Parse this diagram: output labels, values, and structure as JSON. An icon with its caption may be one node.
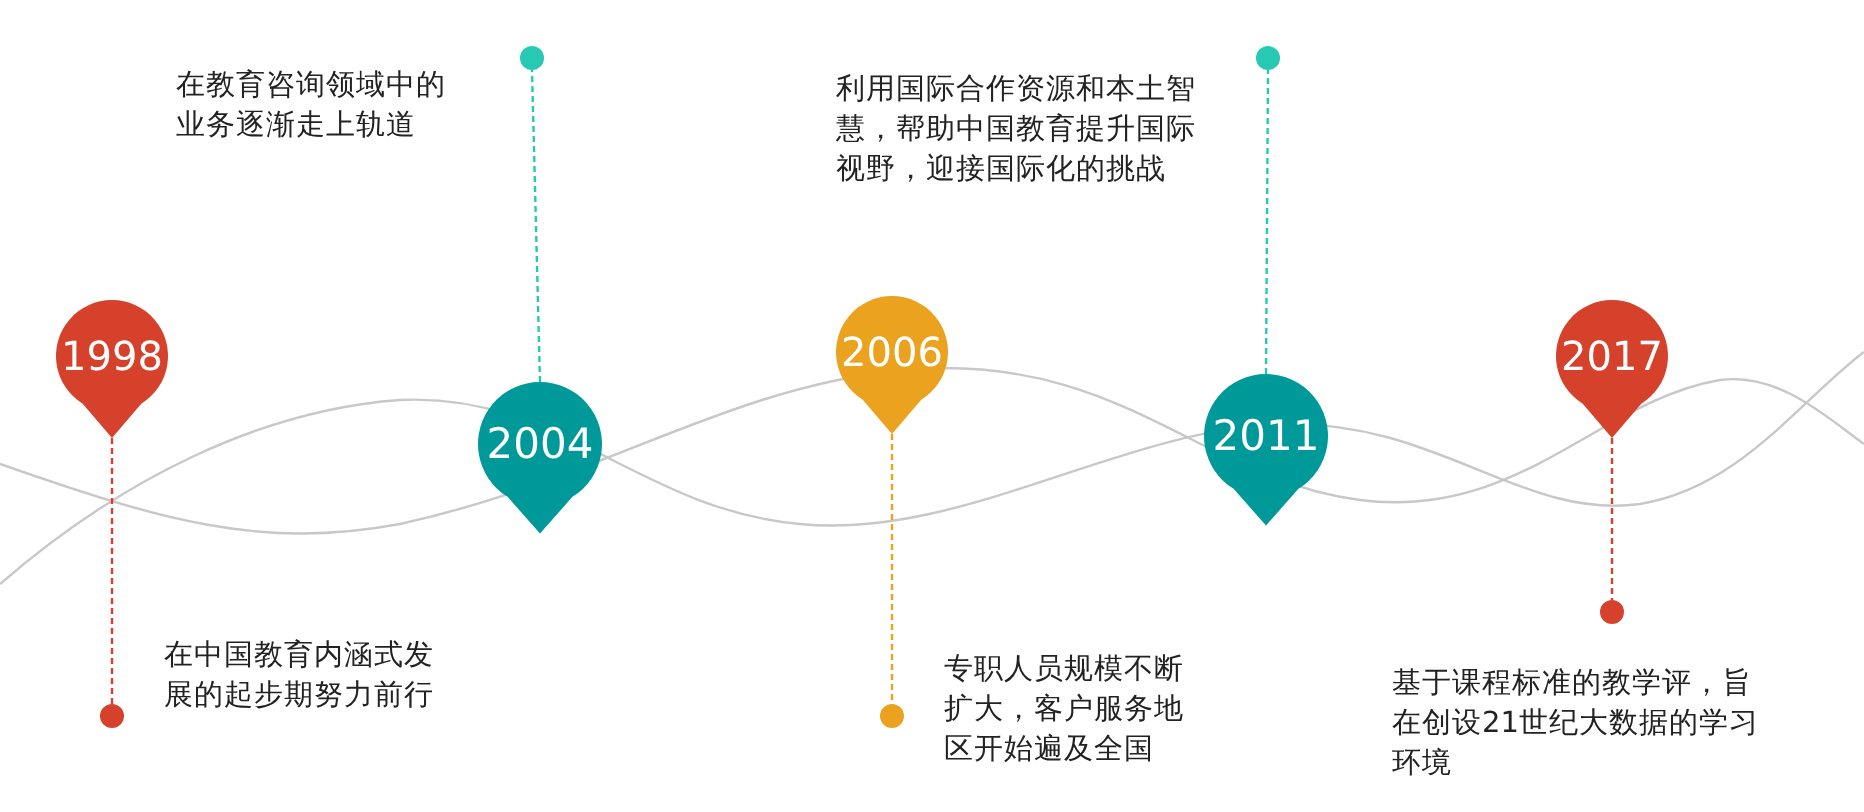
{
  "diagram": {
    "nodes": [
      {
        "text": [
          "1998"
        ]
      },
      {
        "text": [],
        "shape": "circle",
        "beside": [
          "在中国教育内涵式发展的起步期努力前行"
        ]
      },
      {
        "text": [
          "2004"
        ]
      },
      {
        "text": [],
        "shape": "circle",
        "beside": [
          "在教育咨询领域中的业务逐渐走上轨道"
        ]
      },
      {
        "text": [
          "2006"
        ]
      },
      {
        "text": [],
        "shape": "circle",
        "beside": [
          "专职人员规模不断扩大，客户服务地区开始遍及全国"
        ]
      },
      {
        "text": [
          "2011"
        ]
      },
      {
        "text": [],
        "shape": "circle",
        "beside": [
          "利用国际合作资源和本土智慧，帮助中国教育提升国际视野，迎接国际化的挑战"
        ]
      },
      {
        "text": [
          "2017"
        ]
      },
      {
        "text": [],
        "shape": "circle",
        "beside": [
          "基于课程标准的教学评，旨在创设21世纪大数据的学习环境"
        ]
      }
    ],
    "edges": [
      {
        "from": 0,
        "to": 1,
        "arrow": "none",
        "style": "dashed",
        "color": "#d6412b"
      },
      {
        "from": 2,
        "to": 3,
        "arrow": "none",
        "style": "dashed",
        "color": "#27c9b5"
      },
      {
        "from": 4,
        "to": 5,
        "arrow": "none",
        "style": "dashed",
        "color": "#eba31f"
      },
      {
        "from": 6,
        "to": 7,
        "arrow": "none",
        "style": "dashed",
        "color": "#27c9b5"
      },
      {
        "from": 8,
        "to": 9,
        "arrow": "none",
        "style": "dashed",
        "color": "#d6412b"
      }
    ]
  }
}
